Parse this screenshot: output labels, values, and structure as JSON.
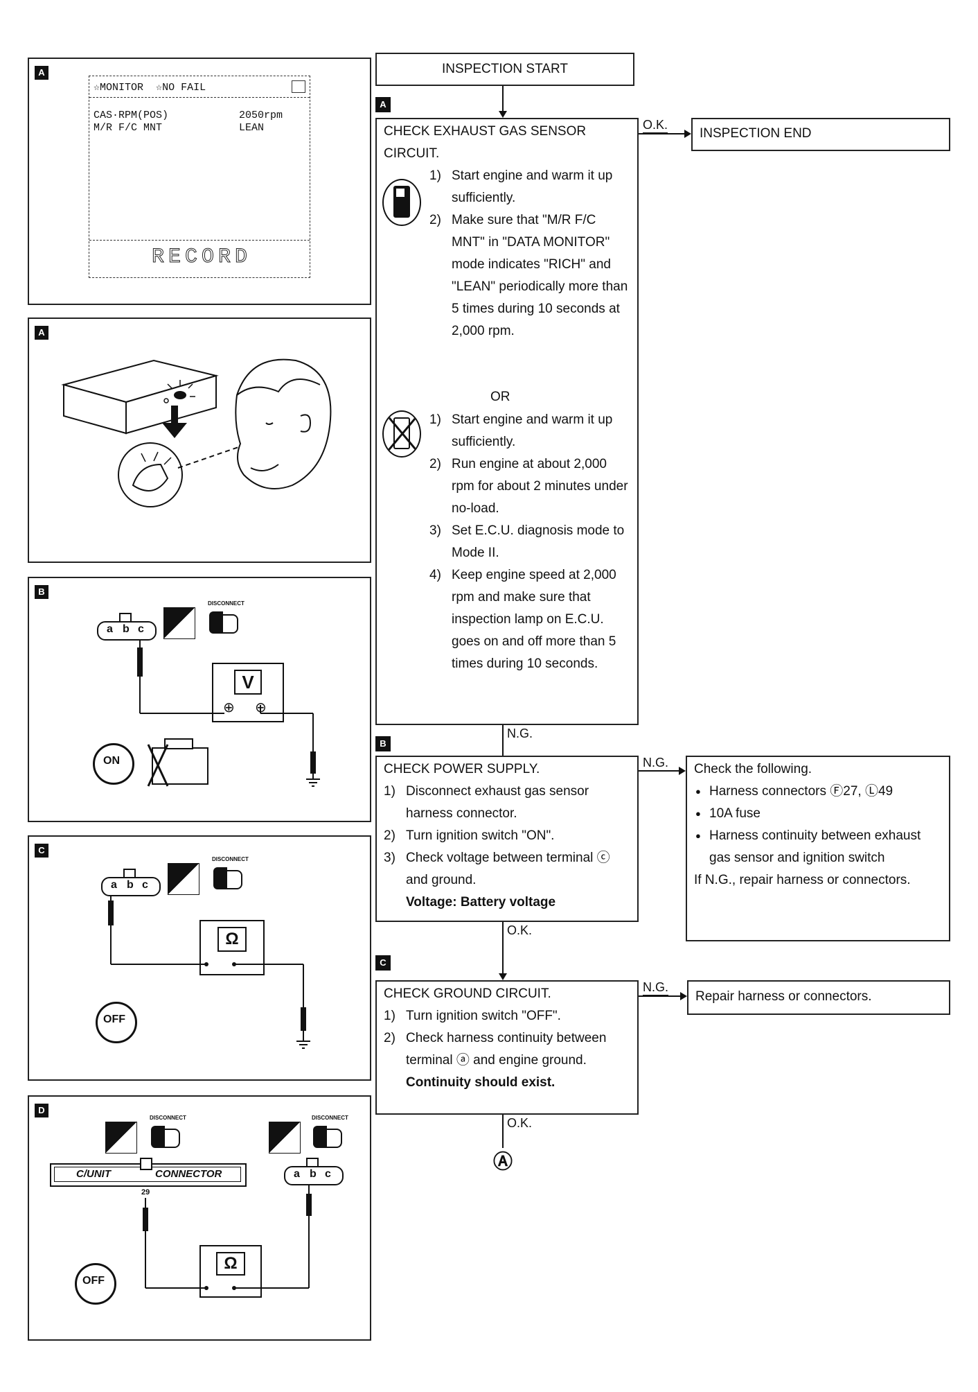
{
  "panels": {
    "a1": {
      "tag": "A",
      "screen_header": "☆MONITOR  ☆NO FAIL",
      "row1_name": "CAS·RPM(POS)",
      "row1_value": "2050rpm",
      "row2_name": "M/R F/C MNT",
      "row2_value": "LEAN",
      "record_label": "RECORD"
    },
    "a2": {
      "tag": "A"
    },
    "b": {
      "tag": "B",
      "connector": [
        "a",
        "b",
        "c"
      ],
      "disconnect": "DISCONNECT",
      "meter": "V",
      "plus": "⊕",
      "minus": "⊖",
      "key": "ON"
    },
    "c": {
      "tag": "C",
      "connector": [
        "a",
        "b",
        "c"
      ],
      "disconnect": "DISCONNECT",
      "meter": "Ω",
      "key": "OFF"
    },
    "d": {
      "tag": "D",
      "connector": [
        "a",
        "b",
        "c"
      ],
      "disconnect_left": "DISCONNECT",
      "disconnect_right": "DISCONNECT",
      "cunit_label": "C/UNIT",
      "cunit_connector": "CONNECTOR",
      "pin": "29",
      "meter": "Ω",
      "key": "OFF"
    }
  },
  "flow": {
    "start": "INSPECTION START",
    "tag_a": "A",
    "check_a_title_1": "CHECK EXHAUST GAS SENSOR",
    "check_a_title_2": "CIRCUIT.",
    "with_steps": [
      "Start engine and warm it up sufficiently.",
      "Make sure that \"M/R F/C MNT\" in \"DATA MONITOR\" mode indicates \"RICH\" and \"LEAN\" periodically more than 5 times during 10 seconds at 2,000 rpm."
    ],
    "or_label": "OR",
    "without_steps": [
      "Start engine and warm it up sufficiently.",
      "Run engine at about 2,000 rpm for about 2 minutes under no-load.",
      "Set E.C.U. diagnosis mode to Mode II.",
      "Keep engine speed at 2,000 rpm and make sure that inspection lamp on E.C.U. goes on and off more than 5 times during 10 seconds."
    ],
    "ok_label_1": "O.K.",
    "inspection_end": "INSPECTION END",
    "ng_label_1": "N.G.",
    "tag_b": "B",
    "check_b_title": "CHECK POWER SUPPLY.",
    "check_b_steps": [
      "Disconnect exhaust gas sensor harness connector.",
      "Turn ignition switch \"ON\".",
      "Check voltage between terminal ⓒ and ground."
    ],
    "check_b_spec": "Voltage: Battery voltage",
    "ng_label_2": "N.G.",
    "check_following_title": "Check the following.",
    "check_following_items": [
      "Harness connectors Ⓕ27, Ⓛ49",
      "10A fuse",
      "Harness continuity between exhaust gas sensor and ignition switch"
    ],
    "check_following_tail": "If N.G., repair harness or connectors.",
    "ok_label_2": "O.K.",
    "tag_c": "C",
    "check_c_title": "CHECK GROUND CIRCUIT.",
    "check_c_steps": [
      "Turn ignition switch \"OFF\".",
      "Check harness continuity between terminal ⓐ and engine ground."
    ],
    "check_c_spec": "Continuity should exist.",
    "ng_label_3": "N.G.",
    "repair_text": "Repair harness or connectors.",
    "ok_label_3": "O.K.",
    "end_connector": "Ⓐ"
  }
}
